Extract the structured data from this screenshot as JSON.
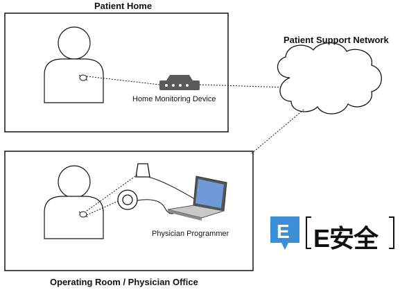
{
  "regions": {
    "home": {
      "title": "Patient Home"
    },
    "office": {
      "title": "Operating Room / Physician Office"
    },
    "network": {
      "title": "Patient Support Network"
    }
  },
  "devices": {
    "home_monitor": {
      "label": "Home Monitoring Device",
      "icon": "router-icon"
    },
    "programmer": {
      "label": "Physician Programmer",
      "icon": "laptop-icon"
    },
    "wand": {
      "icon": "programming-wand-icon"
    },
    "coil": {
      "icon": "telemetry-coil-icon"
    }
  },
  "watermark": {
    "text": "E安全",
    "letter": "E",
    "accent": "#3a8fd6"
  },
  "colors": {
    "stroke": "#111111",
    "device": "#5a5a5a",
    "screen": "#6e9bd8"
  }
}
